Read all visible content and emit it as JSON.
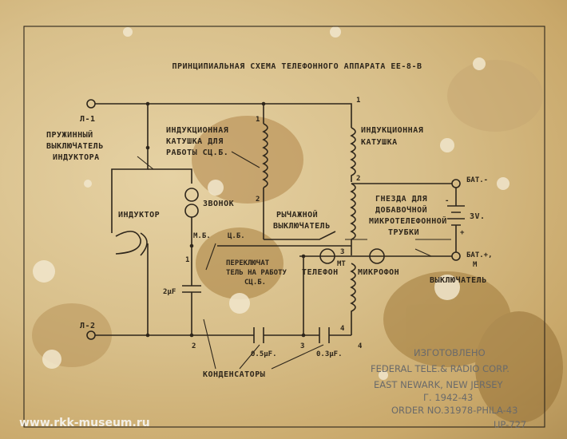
{
  "title": "ПРИНЦИПИАЛЬНАЯ СХЕМА ТЕЛЕФОННОГО АППАРАТА ЕЕ-8-В",
  "labels": {
    "l1": "Л-1",
    "l2": "Л-2",
    "spring_switch": [
      "ПРУЖИННЫЙ",
      "ВЫКЛЮЧАТЕЛЬ",
      "ИНДУКТОРА"
    ],
    "coil_cb": [
      "ИНДУКЦИОННАЯ",
      "КАТУШКА ДЛЯ",
      "РАБОТЫ СЦ.Б."
    ],
    "coil": [
      "ИНДУКЦИОННАЯ",
      "КАТУШКА"
    ],
    "inductor": "ИНДУКТОР",
    "bell": "ЗВОНОК",
    "lever": [
      "РЫЧАЖНОЙ",
      "ВЫКЛЮЧАТЕЛЬ"
    ],
    "jacks": [
      "ГНЕЗДА ДЛЯ",
      "ДОБАВОЧНОЙ",
      "МИКРОТЕЛЕФОННОЙ",
      "ТРУБКИ"
    ],
    "bat_minus": "БАТ.-",
    "bat_plus": "БАТ.+,",
    "bat_m": "М",
    "voltage": "3V.",
    "plus": "+",
    "minus": "-",
    "mb": "М.Б.",
    "cb": "Ц.Б.",
    "selector": [
      "ПЕРЕКЛЮЧАТ",
      "ТЕЛЬ НА РАБОТУ",
      "СЦ.Б."
    ],
    "cap_2uf": "2μF",
    "cap_05": "0.5μF.",
    "cap_03": "0.3μF.",
    "capacitors": "КОНДЕНСАТОРЫ",
    "telephone": "ТЕЛЕФОН",
    "microphone": "МИКРОФОН",
    "switch": "ВЫКЛЮЧАТЕЛЬ",
    "mt": "МТ",
    "n1": "1",
    "n2": "2",
    "n3": "3",
    "n4": "4"
  },
  "maker": {
    "made": "ИЗГОТОВЛЕНО",
    "company": "FEDERAL TELE.& RADIO CORP.",
    "city": "EAST NEWARK, NEW JERSEY",
    "year": "Г. 1942-43",
    "order": "ORDER NO.31978-PHILA-43",
    "code": "UP-727"
  },
  "watermark": "www.rkk-museum.ru"
}
